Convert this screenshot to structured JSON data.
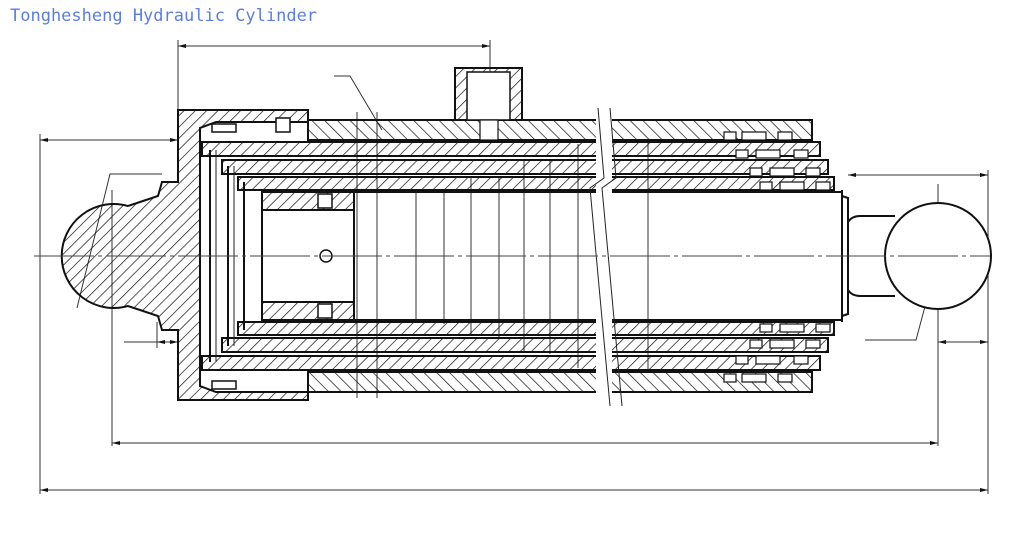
{
  "title": "Tonghesheng Hydraulic Cylinder",
  "colors": {
    "title": "#5b7fe0",
    "line": "#111111",
    "background": "#ffffff"
  },
  "drawing": {
    "type": "sectional technical drawing",
    "subject": "multi-stage telescopic hydraulic cylinder with ball ends",
    "stages": 4,
    "features": [
      "left ball end mount",
      "right ball end mount",
      "oil port",
      "end cap",
      "telescopic tubes",
      "break lines",
      "dimension lines"
    ],
    "dimension_labels_visible": false
  }
}
